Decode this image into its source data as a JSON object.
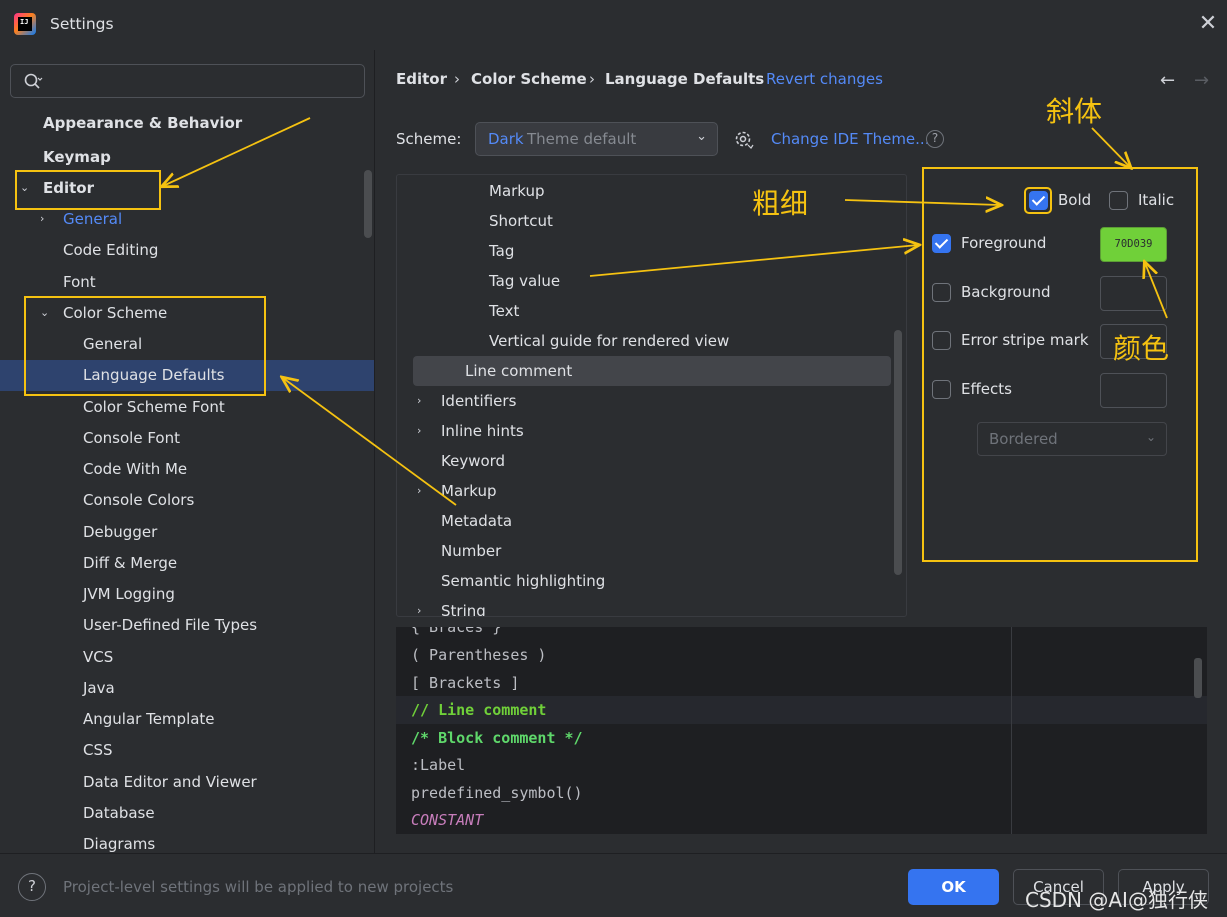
{
  "window": {
    "title": "Settings",
    "logo_text": "IJ",
    "close_glyph": "✕"
  },
  "search": {
    "placeholder": ""
  },
  "sidebar": {
    "items": [
      {
        "label": "Appearance & Behavior",
        "bold": true
      },
      {
        "label": "Keymap",
        "bold": true
      },
      {
        "label": "Editor",
        "bold": true,
        "expanded": true
      },
      {
        "label": "General",
        "expanded": false,
        "link": true
      },
      {
        "label": "Code Editing"
      },
      {
        "label": "Font"
      },
      {
        "label": "Color Scheme",
        "expanded": true
      },
      {
        "label": "General"
      },
      {
        "label": "Language Defaults",
        "selected": true
      },
      {
        "label": "Color Scheme Font"
      },
      {
        "label": "Console Font"
      },
      {
        "label": "Code With Me"
      },
      {
        "label": "Console Colors"
      },
      {
        "label": "Debugger"
      },
      {
        "label": "Diff & Merge"
      },
      {
        "label": "JVM Logging"
      },
      {
        "label": "User-Defined File Types"
      },
      {
        "label": "VCS"
      },
      {
        "label": "Java"
      },
      {
        "label": "Angular Template"
      },
      {
        "label": "CSS"
      },
      {
        "label": "Data Editor and Viewer"
      },
      {
        "label": "Database"
      },
      {
        "label": "Diagrams"
      }
    ]
  },
  "breadcrumb": {
    "items": [
      "Editor",
      "Color Scheme",
      "Language Defaults"
    ],
    "separator": "›",
    "revert": "Revert changes",
    "back": "←",
    "forward": "→"
  },
  "scheme": {
    "label": "Scheme:",
    "value_part1": "Dark",
    "value_part2": "Theme default",
    "change_theme": "Change IDE Theme...",
    "help": "?"
  },
  "attributes": {
    "items": [
      {
        "label": "Markup"
      },
      {
        "label": "Shortcut"
      },
      {
        "label": "Tag"
      },
      {
        "label": "Tag value"
      },
      {
        "label": "Text"
      },
      {
        "label": "Vertical guide for rendered view"
      },
      {
        "label": "Line comment",
        "selected": true
      },
      {
        "label": "Identifiers",
        "expandable": true
      },
      {
        "label": "Inline hints",
        "expandable": true
      },
      {
        "label": "Keyword"
      },
      {
        "label": "Markup",
        "expandable": true
      },
      {
        "label": "Metadata"
      },
      {
        "label": "Number"
      },
      {
        "label": "Semantic highlighting"
      },
      {
        "label": "String",
        "expandable": true
      }
    ]
  },
  "options": {
    "bold": {
      "label": "Bold",
      "checked": true
    },
    "italic": {
      "label": "Italic",
      "checked": false
    },
    "foreground": {
      "label": "Foreground",
      "checked": true,
      "color": "70D039"
    },
    "background": {
      "label": "Background",
      "checked": false
    },
    "error_stripe": {
      "label": "Error stripe mark",
      "checked": false
    },
    "effects": {
      "label": "Effects",
      "checked": false,
      "effect_type": "Bordered"
    }
  },
  "preview": {
    "lines": [
      {
        "text": "{ Braces }",
        "color": "#bcbec4"
      },
      {
        "text": "( Parentheses )",
        "color": "#bcbec4"
      },
      {
        "text": "[ Brackets ]",
        "color": "#bcbec4"
      },
      {
        "text": "// Line comment",
        "color": "#70d039",
        "bold": true
      },
      {
        "text": "/* Block comment */",
        "color": "#5fd86b",
        "bold": true
      },
      {
        "text": ":Label",
        "color": "#bcbec4"
      },
      {
        "text": "predefined_symbol()",
        "color": "#bcbec4"
      },
      {
        "text": "CONSTANT",
        "color": "#c77dbb",
        "italic": true
      }
    ]
  },
  "footer": {
    "help": "?",
    "note": "Project-level settings will be applied to new projects",
    "ok": "OK",
    "cancel": "Cancel",
    "apply": "Apply",
    "watermark": "CSDN @AI@独行侠"
  },
  "annotations": {
    "italic": "斜体",
    "bold": "粗细",
    "color": "颜色",
    "accent": "#f5c211"
  },
  "colors": {
    "background": "#2b2d30",
    "selection": "#2e436e",
    "accent": "#3574f0",
    "link": "#548af7"
  }
}
